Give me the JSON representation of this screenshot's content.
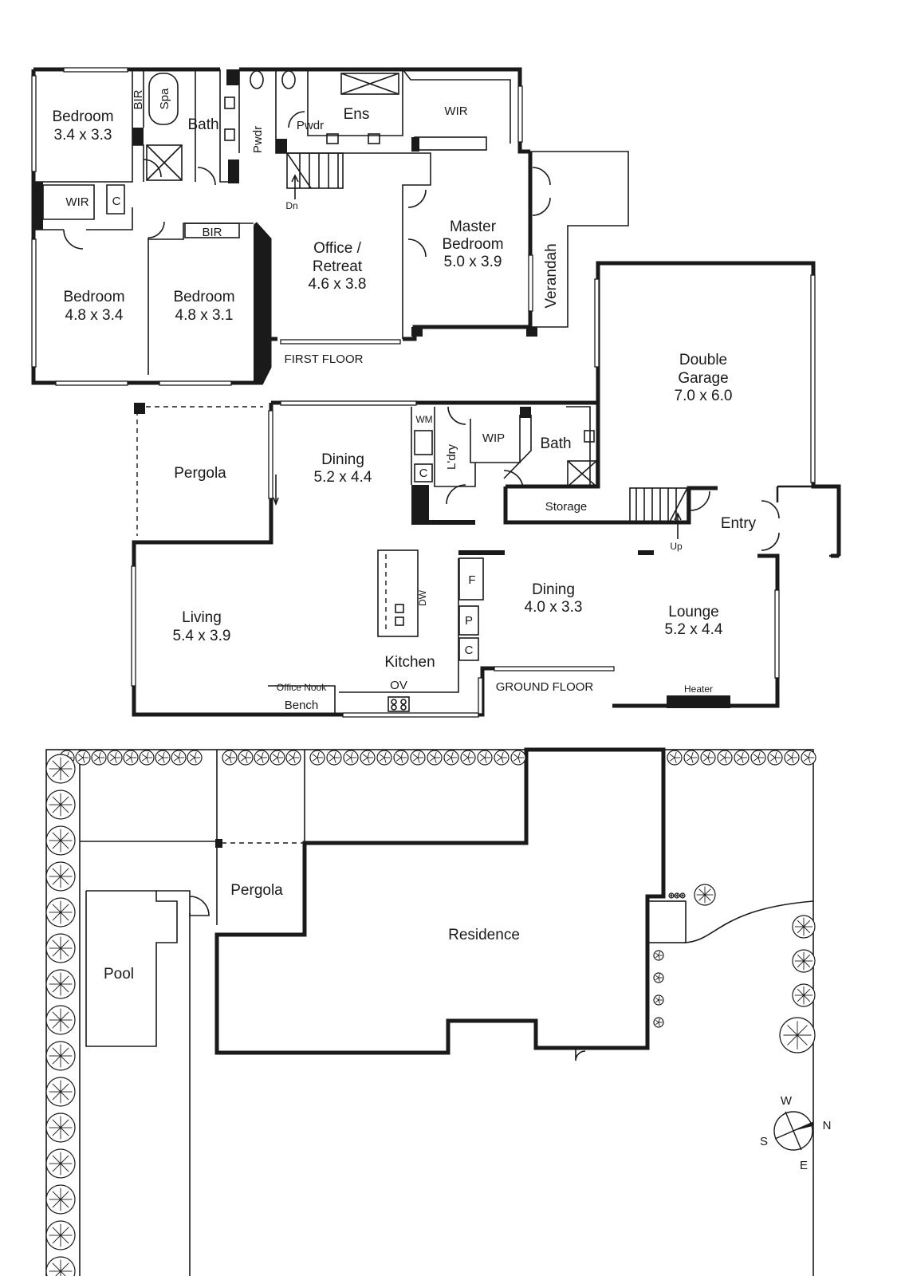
{
  "first_floor": {
    "label": "FIRST FLOOR",
    "rooms": {
      "bedroom_top": {
        "name": "Bedroom",
        "size": "3.4 x 3.3"
      },
      "bir_top": "BIR",
      "spa": "Spa",
      "bath": "Bath",
      "pwdr_a": "Pwdr",
      "pwdr_b": "Pwdr",
      "ens": "Ens",
      "wir_master": "WIR",
      "wir_side": "WIR",
      "closet": "C",
      "dn": "Dn",
      "bir_mid": "BIR",
      "office": {
        "name_line1": "Office /",
        "name_line2": "Retreat",
        "size": "4.6 x 3.8"
      },
      "master": {
        "name_line1": "Master",
        "name_line2": "Bedroom",
        "size": "5.0 x 3.9"
      },
      "verandah": "Verandah",
      "bedroom_left": {
        "name": "Bedroom",
        "size": "4.8 x 3.4"
      },
      "bedroom_mid": {
        "name": "Bedroom",
        "size": "4.8 x 3.1"
      }
    }
  },
  "ground_floor": {
    "label": "GROUND FLOOR",
    "rooms": {
      "pergola": "Pergola",
      "dining_main": {
        "name": "Dining",
        "size": "5.2 x 4.4"
      },
      "wm": "WM",
      "laundry": "L'dry",
      "laundry_c": "C",
      "wip": "WIP",
      "bath": "Bath",
      "garage": {
        "name_line1": "Double",
        "name_line2": "Garage",
        "size": "7.0 x 6.0"
      },
      "storage": "Storage",
      "up": "Up",
      "entry": "Entry",
      "living": {
        "name": "Living",
        "size": "5.4 x 3.9"
      },
      "dw": "DW",
      "fridge": "F",
      "pantry": "P",
      "kitchen_c": "C",
      "dining_small": {
        "name": "Dining",
        "size": "4.0 x 3.3"
      },
      "lounge": {
        "name": "Lounge",
        "size": "5.2 x 4.4"
      },
      "kitchen": "Kitchen",
      "office_nook": "Office Nook",
      "bench": "Bench",
      "ov": "OV",
      "heater": "Heater"
    }
  },
  "site_plan": {
    "pool": "Pool",
    "pergola": "Pergola",
    "residence": "Residence"
  },
  "compass": {
    "w": "W",
    "n": "N",
    "s": "S",
    "e": "E"
  }
}
